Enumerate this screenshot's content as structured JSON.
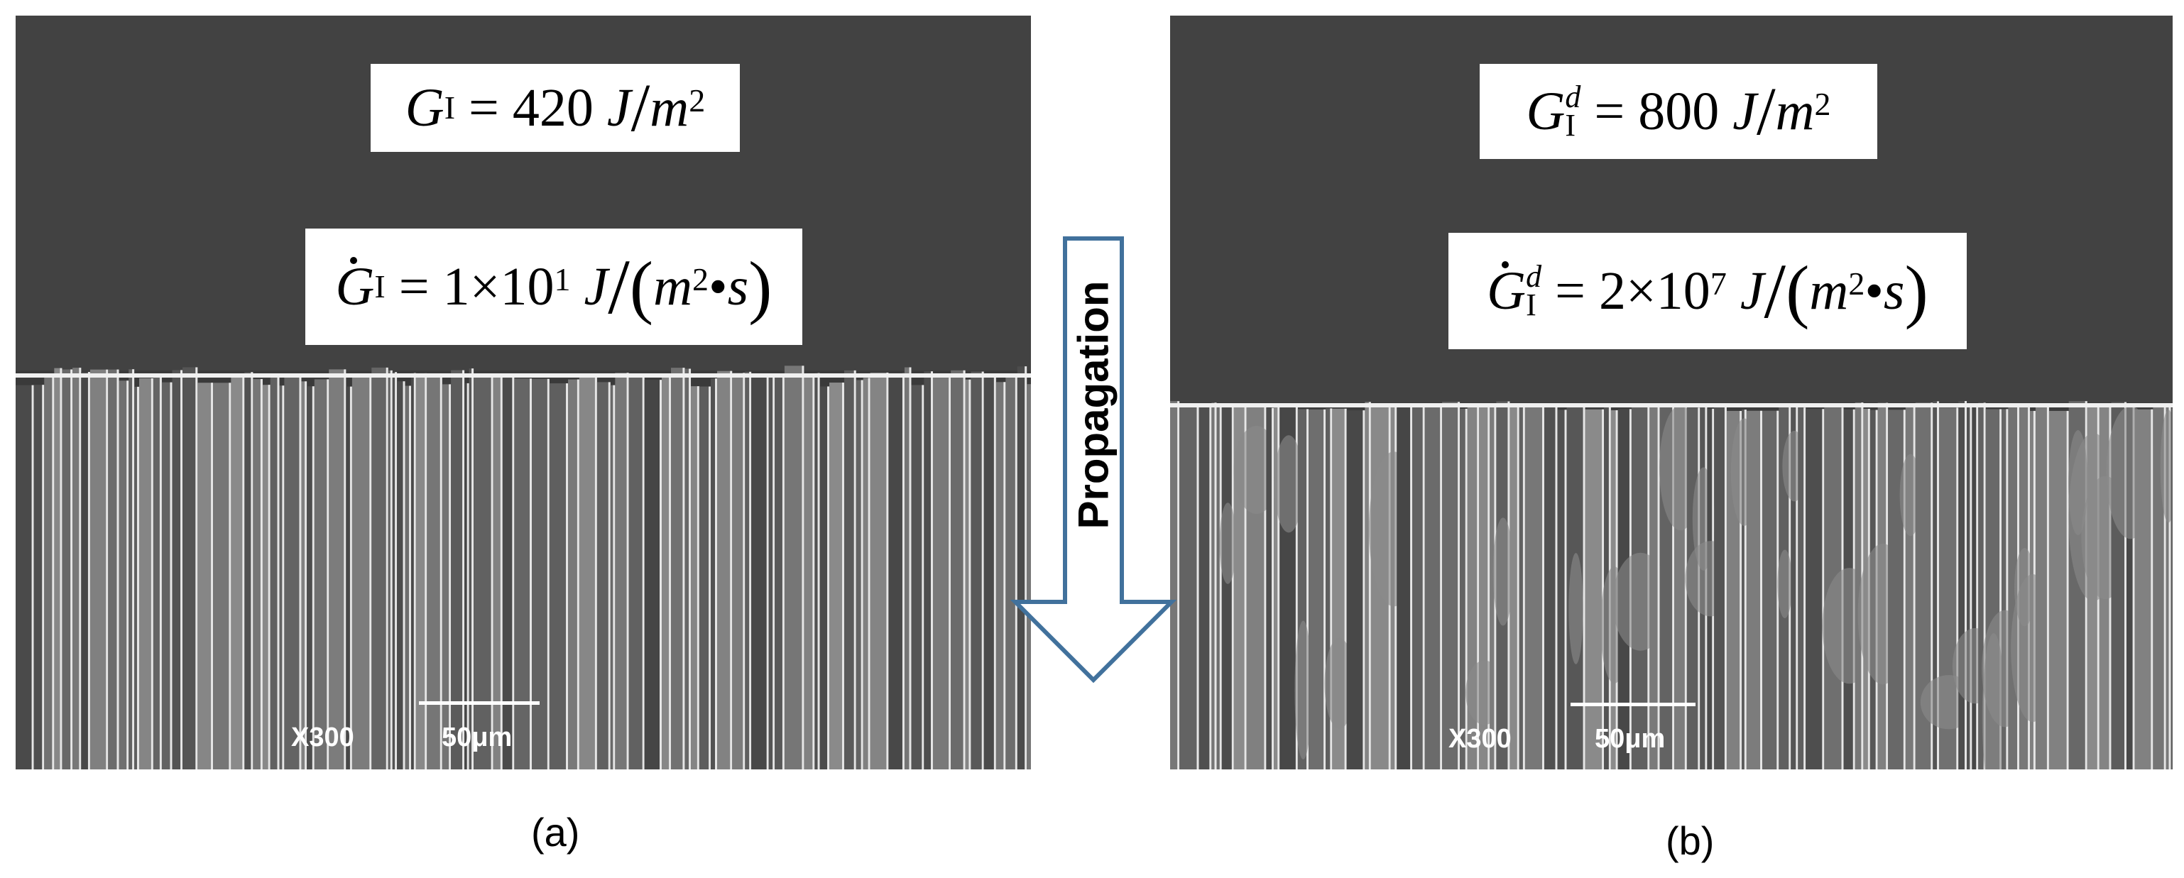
{
  "panel_a": {
    "formula_1": {
      "symbol": "G",
      "subscript": "I",
      "equals": "=",
      "value": "420",
      "unit_num": "J",
      "unit_den": "m",
      "unit_den_exp": "2"
    },
    "formula_2": {
      "symbol": "G",
      "subscript": "I",
      "equals": "=",
      "value": "1×10",
      "value_exp": "1",
      "unit_num": "J",
      "open": "(",
      "den_base": "m",
      "den_exp": "2",
      "bullet": "•",
      "den_s": "s",
      "close": ")"
    },
    "magnification": "X300",
    "scale_label": "50μm",
    "caption": "(a)"
  },
  "panel_b": {
    "formula_1": {
      "symbol": "G",
      "subscript": "I",
      "superscript": "d",
      "equals": "=",
      "value": "800",
      "unit_num": "J",
      "unit_den": "m",
      "unit_den_exp": "2"
    },
    "formula_2": {
      "symbol": "G",
      "subscript": "I",
      "superscript": "d",
      "equals": "=",
      "value": "2×10",
      "value_exp": "7",
      "unit_num": "J",
      "open": "(",
      "den_base": "m",
      "den_exp": "2",
      "bullet": "•",
      "den_s": "s",
      "close": ")"
    },
    "magnification": "X300",
    "scale_label": "50μm",
    "caption": "(b)"
  },
  "arrow": {
    "label": "Propagation",
    "stroke_color": "#41719c",
    "fill_color": "#ffffff"
  }
}
